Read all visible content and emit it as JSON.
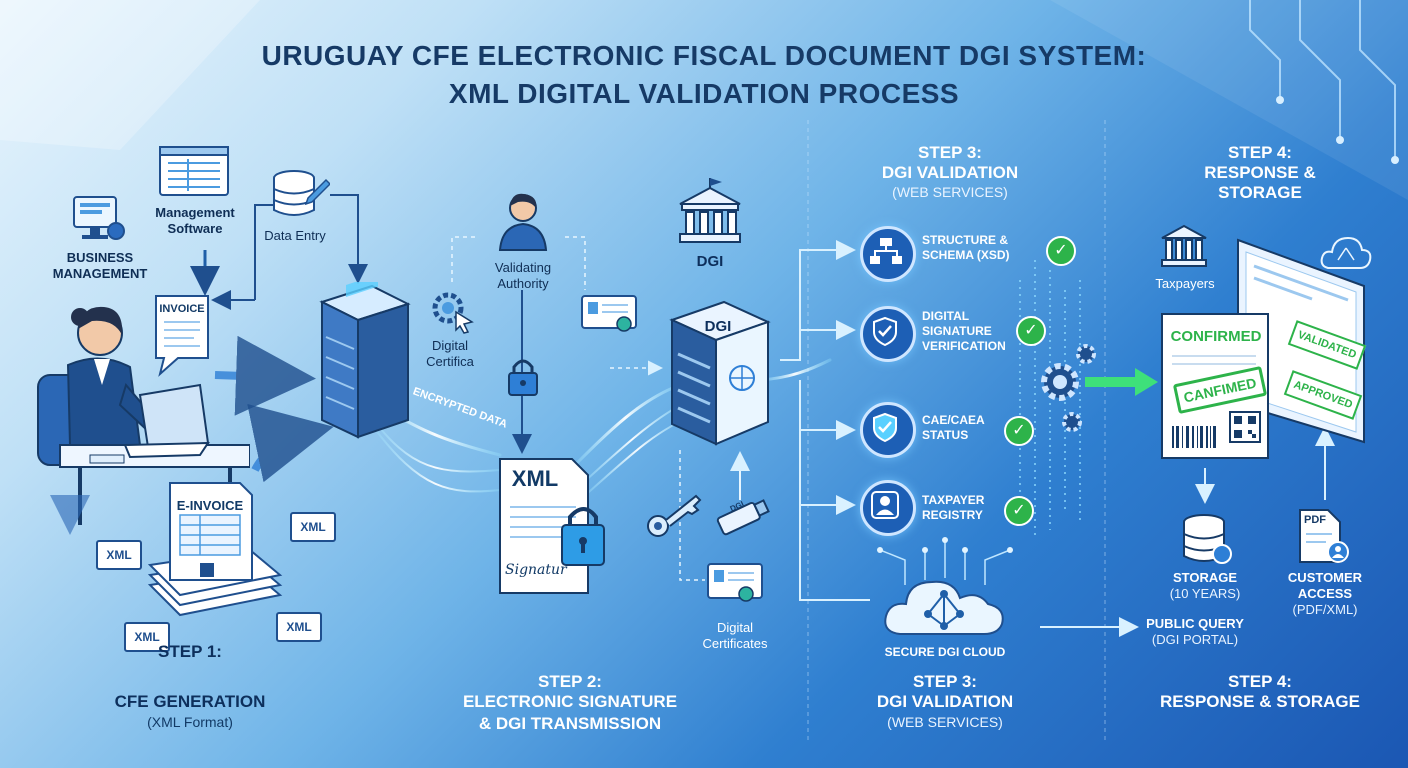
{
  "title": {
    "line1": "URUGUAY CFE ELECTRONIC FISCAL DOCUMENT DGI SYSTEM:",
    "line2": "XML DIGITAL VALIDATION PROCESS"
  },
  "step1": {
    "icons": {
      "business_management": "BUSINESS\nMANAGEMENT",
      "management_software": "Management\nSoftware",
      "data_entry": "Data Entry",
      "invoice": "INVOICE",
      "e_invoice": "E-INVOICE",
      "xml_tags": [
        "XML",
        "XML",
        "XML",
        "XML"
      ]
    },
    "step": "STEP 1:",
    "title": "CFE GENERATION",
    "subtitle": "(XML Format)"
  },
  "step2": {
    "validating_authority": "Validating\nAuthority",
    "digital_certificate": "Digital\nCertifica",
    "encrypted_data": "ENCRYPTED DATA",
    "xml_doc": "XML",
    "signature": "Signatur",
    "dgi_label": "DGI",
    "dgi_server": "DGI",
    "usb_label": "DGI",
    "digital_certificates": "Digital\nCertificates",
    "step": "STEP 2:",
    "title": "ELECTRONIC SIGNATURE",
    "title2": "& DGI TRANSMISSION"
  },
  "step3": {
    "header_step": "STEP 3:",
    "header_title": "DGI VALIDATION",
    "header_sub": "(WEB SERVICES)",
    "checks": [
      {
        "label": "STRUCTURE &\nSCHEMA (XSD)",
        "icon": "hierarchy-icon"
      },
      {
        "label": "DIGITAL\nSIGNATURE\nVERIFICATION",
        "icon": "shield-check-icon"
      },
      {
        "label": "CAE/CAEA\nSTATUS",
        "icon": "shield-icon"
      },
      {
        "label": "TAXPAYER\nREGISTRY",
        "icon": "user-icon"
      }
    ],
    "cloud": "SECURE DGI CLOUD",
    "step": "STEP 3:",
    "title": "DGI VALIDATION",
    "subtitle": "(WEB SERVICES)"
  },
  "step4": {
    "header_step": "STEP 4:",
    "header_title": "RESPONSE &",
    "header_title2": "STORAGE",
    "taxpayers": "Taxpayers",
    "confirmed": "CONFIRMED",
    "stamp": "CANFIMED",
    "validated": "VALIDATED",
    "approved": "APPROVED",
    "pdf": "PDF",
    "storage": "STORAGE",
    "storage_sub": "(10 YEARS)",
    "customer_access": "CUSTOMER\nACCESS",
    "customer_sub": "(PDF/XML)",
    "public_query": "PUBLIC QUERY",
    "public_query_sub": "(DGI PORTAL)",
    "step": "STEP 4:",
    "title": "RESPONSE & STORAGE"
  },
  "colors": {
    "title": "#163a66",
    "accent_cyan": "#49d4ff",
    "check_green": "#2db34a",
    "server_blue": "#2a5d9f"
  }
}
